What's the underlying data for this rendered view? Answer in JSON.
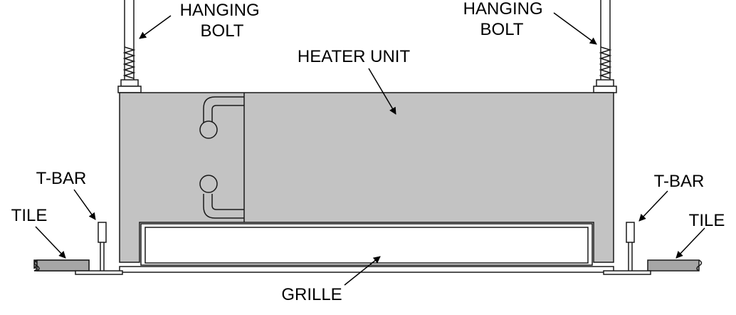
{
  "labels": {
    "hanging_bolt_left": [
      "HANGING",
      "BOLT"
    ],
    "hanging_bolt_right": [
      "HANGING",
      "BOLT"
    ],
    "heater_unit": "HEATER UNIT",
    "tbar_left": "T-BAR",
    "tbar_right": "T-BAR",
    "tile_left": "TILE",
    "tile_right": "TILE",
    "grille": "GRILLE"
  },
  "colors": {
    "stroke": "#1a1a1a",
    "heater_fill": "#c3c3c3",
    "tile_fill": "#a6a6a6",
    "background": "#ffffff"
  }
}
